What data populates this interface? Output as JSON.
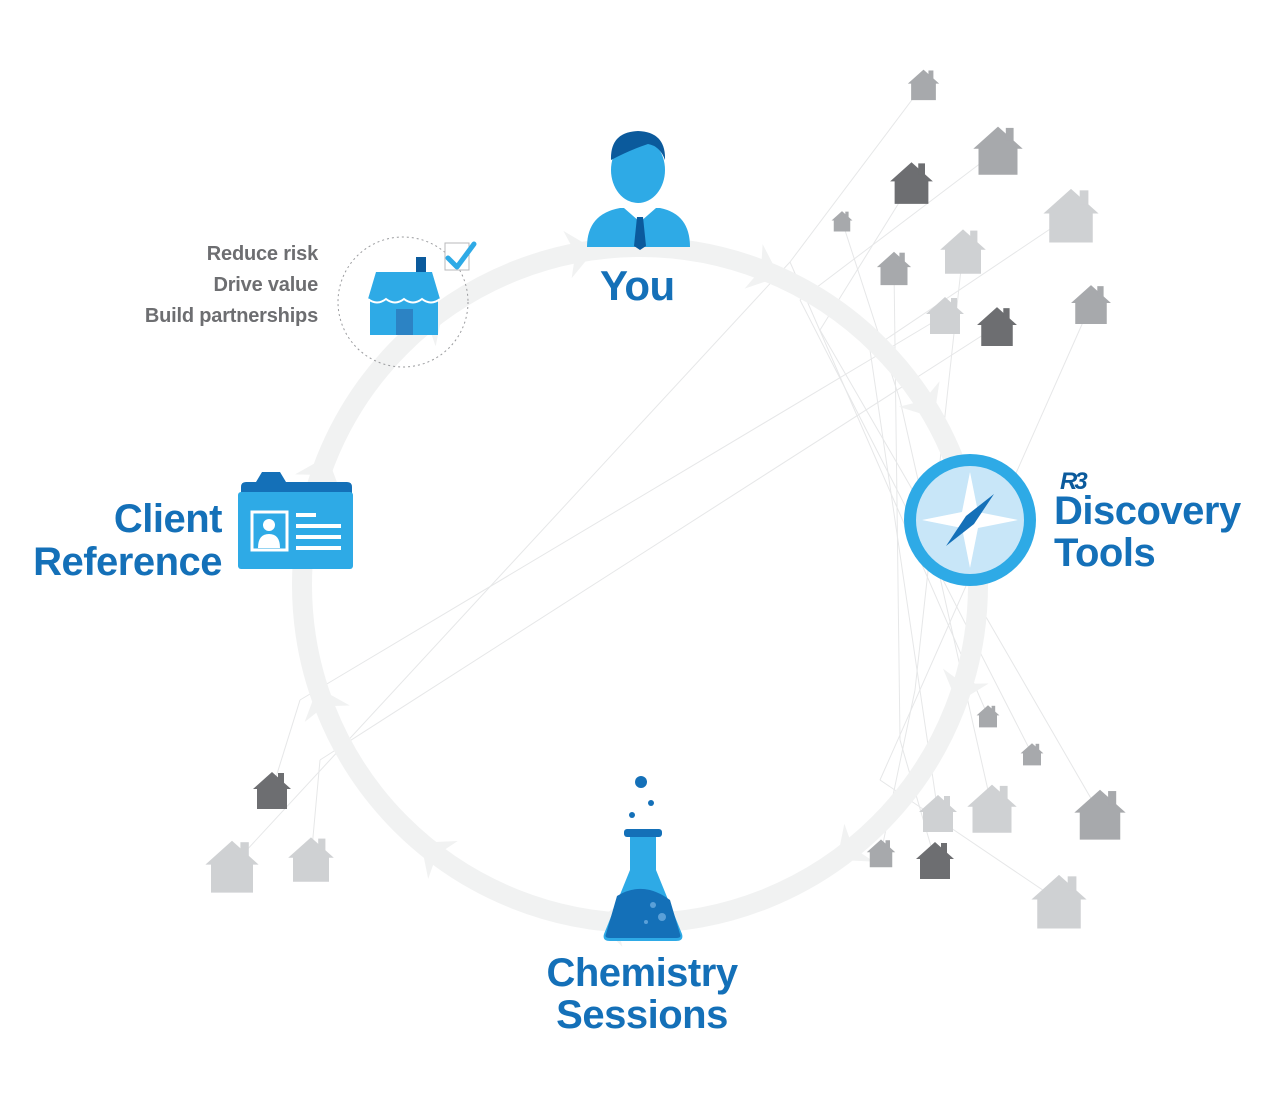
{
  "colors": {
    "primary_blue": "#1470b8",
    "dark_blue": "#0b5a9c",
    "light_blue": "#2eaae6",
    "pale_blue": "#c8e6f8",
    "ring_gray": "#f1f2f2",
    "text_gray": "#6d6e71",
    "house_dark": "#6d6e71",
    "house_mid": "#a7a9ac",
    "house_light": "#cfd1d3"
  },
  "nodes": {
    "you": {
      "label": "You",
      "icon": "person-icon"
    },
    "discovery": {
      "brand": "R3",
      "line1": "Discovery",
      "line2": "Tools",
      "icon": "compass-icon"
    },
    "chemistry": {
      "line1": "Chemistry",
      "line2": "Sessions",
      "icon": "flask-icon"
    },
    "client": {
      "line1": "Client",
      "line2": "Reference",
      "icon": "id-card-folder-icon"
    },
    "agency": {
      "icon": "house-icon",
      "check_icon": "checkmark-icon"
    }
  },
  "benefits": [
    "Reduce risk",
    "Drive value",
    "Build partnerships"
  ],
  "decor": {
    "house_icon": "house-icon",
    "arrow_icon": "arrow-icon"
  }
}
